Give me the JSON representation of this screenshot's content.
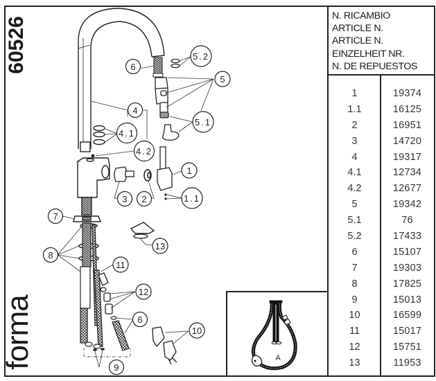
{
  "document": {
    "product_code": "60526",
    "brand": "forma"
  },
  "parts_table": {
    "header_lines": [
      "N. RICAMBIO",
      "ARTICLE N.",
      "ARTICLE N.",
      "EINZELHEIT NR.",
      "N. DE REPUESTOS"
    ],
    "rows": [
      {
        "position": "1",
        "article": "19374"
      },
      {
        "position": "1.1",
        "article": "16125"
      },
      {
        "position": "2",
        "article": "16951"
      },
      {
        "position": "3",
        "article": "14720"
      },
      {
        "position": "4",
        "article": "19317"
      },
      {
        "position": "4.1",
        "article": "12734"
      },
      {
        "position": "4.2",
        "article": "12677"
      },
      {
        "position": "5",
        "article": "19342"
      },
      {
        "position": "5.1",
        "article": "76"
      },
      {
        "position": "5.2",
        "article": "17433"
      },
      {
        "position": "6",
        "article": "15107"
      },
      {
        "position": "7",
        "article": "19303"
      },
      {
        "position": "8",
        "article": "17825"
      },
      {
        "position": "9",
        "article": "15013"
      },
      {
        "position": "10",
        "article": "16599"
      },
      {
        "position": "11",
        "article": "15017"
      },
      {
        "position": "12",
        "article": "15751"
      },
      {
        "position": "13",
        "article": "11953"
      }
    ]
  },
  "diagram": {
    "callouts": {
      "c1": "1",
      "c1_1": "1.1",
      "c2": "2",
      "c3": "3",
      "c4": "4",
      "c4_1": "4.1",
      "c4_2": "4.2",
      "c5": "5",
      "c5_1": "5.1",
      "c5_2": "5.2",
      "c6_top": "6",
      "c6_bottom": "6",
      "c7": "7",
      "c8": "8",
      "c9": "9",
      "c10": "10",
      "c11": "11",
      "c12": "12",
      "c13": "13"
    },
    "inset_label": "A"
  }
}
